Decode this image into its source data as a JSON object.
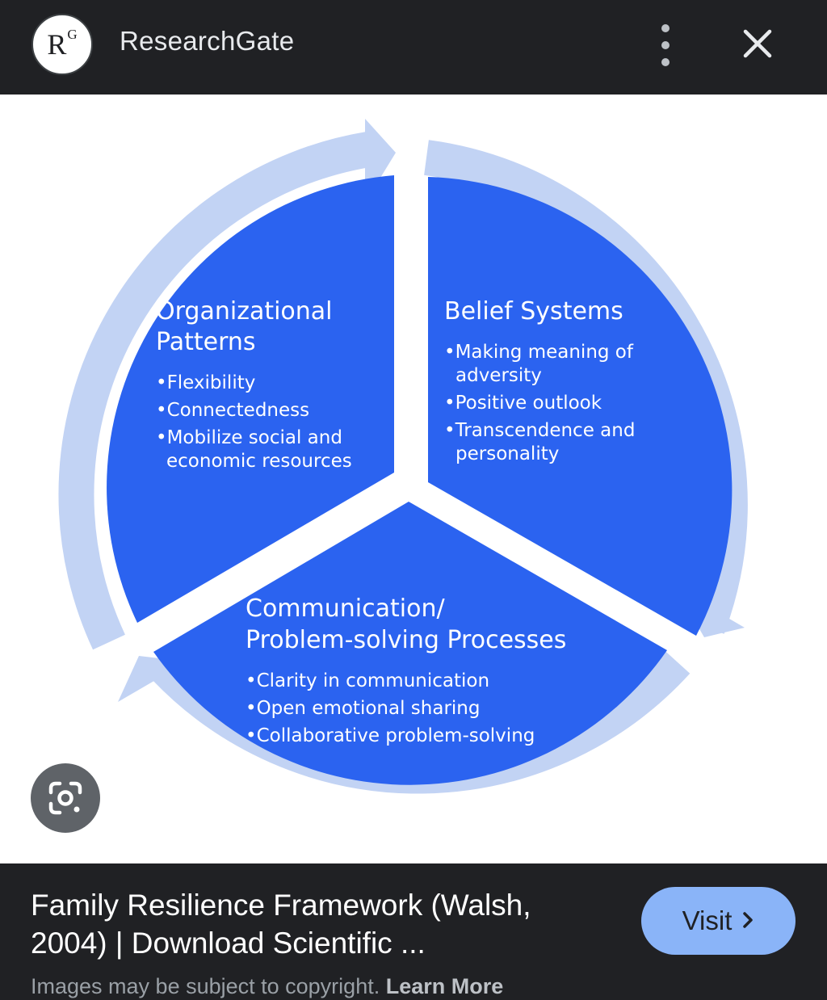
{
  "header": {
    "logo_main": "R",
    "logo_sup": "G",
    "site_name": "ResearchGate",
    "more_icon": "more-vert-icon",
    "close_icon": "close-icon"
  },
  "diagram": {
    "colors": {
      "sector": "#2b63f0",
      "ring": "#c2d3f4",
      "text": "#ffffff"
    },
    "organizational": {
      "title1": "Organizational",
      "title2": "Patterns",
      "b1": "•Flexibility",
      "b2": "•Connectedness",
      "b3a": "•Mobilize social and",
      "b3b": "economic resources"
    },
    "belief": {
      "title": "Belief Systems",
      "b1a": "•Making meaning of",
      "b1b": "adversity",
      "b2": "•Positive outlook",
      "b3a": "•Transcendence and",
      "b3b": "personality"
    },
    "communication": {
      "title1": "Communication/",
      "title2": "Problem-solving Processes",
      "b1": "•Clarity in communication",
      "b2": "•Open emotional sharing",
      "b3": "•Collaborative problem-solving"
    }
  },
  "lens_icon": "google-lens-icon",
  "bottom": {
    "title_line1": "Family Resilience Framework (Walsh,",
    "title_line2": "2004) | Download Scientific ...",
    "visit_label": "Visit",
    "visit_icon": "chevron-right-icon",
    "copyright": "Images may be subject to copyright.",
    "learn_more": "Learn More"
  }
}
